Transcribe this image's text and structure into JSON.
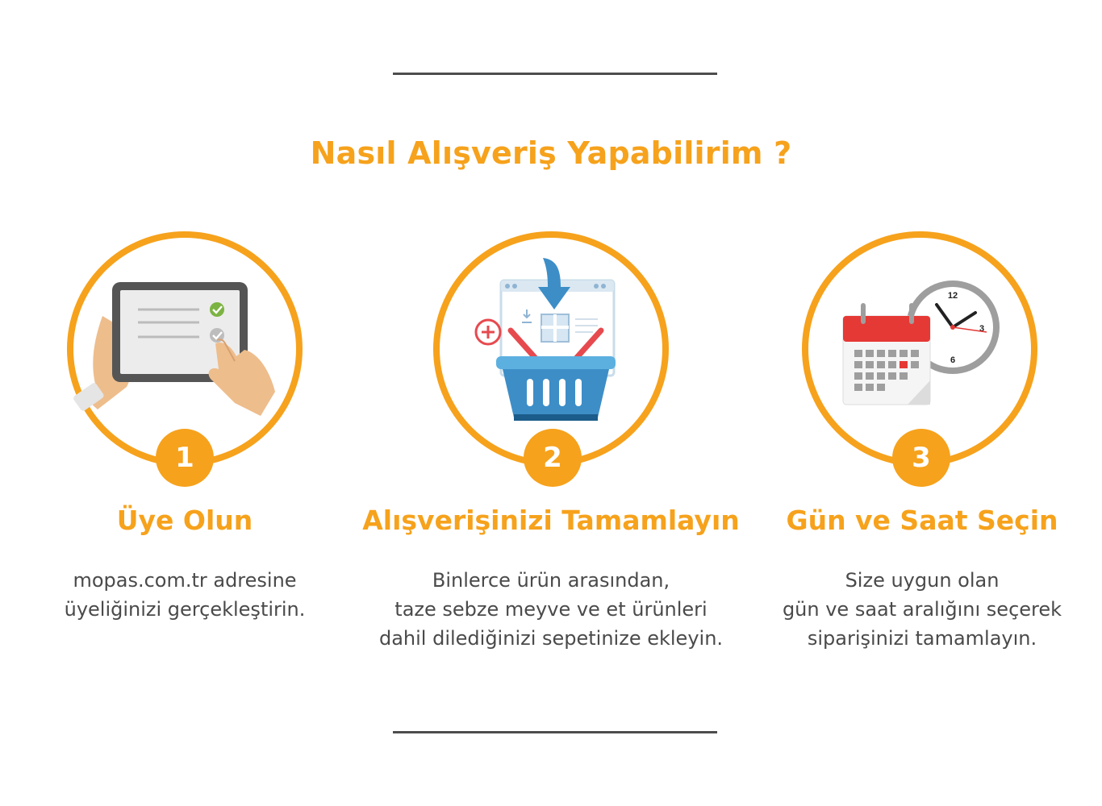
{
  "title": "Nasıl Alışveriş Yapabilirim ?",
  "colors": {
    "accent": "#f6a21c",
    "text": "#4a4a4a",
    "divider": "#4d4d4d"
  },
  "steps": [
    {
      "number": "1",
      "icon": "tablet-hands-icon",
      "title": "Üye Olun",
      "lines": [
        "mopas.com.tr adresine",
        "üyeliğinizi gerçekleştirin."
      ]
    },
    {
      "number": "2",
      "icon": "shopping-basket-icon",
      "title": "Alışverişinizi Tamamlayın",
      "lines": [
        "Binlerce ürün arasından,",
        "taze sebze meyve ve et ürünleri",
        "dahil dilediğinizi sepetinize ekleyin."
      ]
    },
    {
      "number": "3",
      "icon": "calendar-clock-icon",
      "title": "Gün ve Saat Seçin",
      "lines": [
        "Size uygun olan",
        "gün ve saat aralığını seçerek",
        "siparişinizi tamamlayın."
      ]
    }
  ]
}
